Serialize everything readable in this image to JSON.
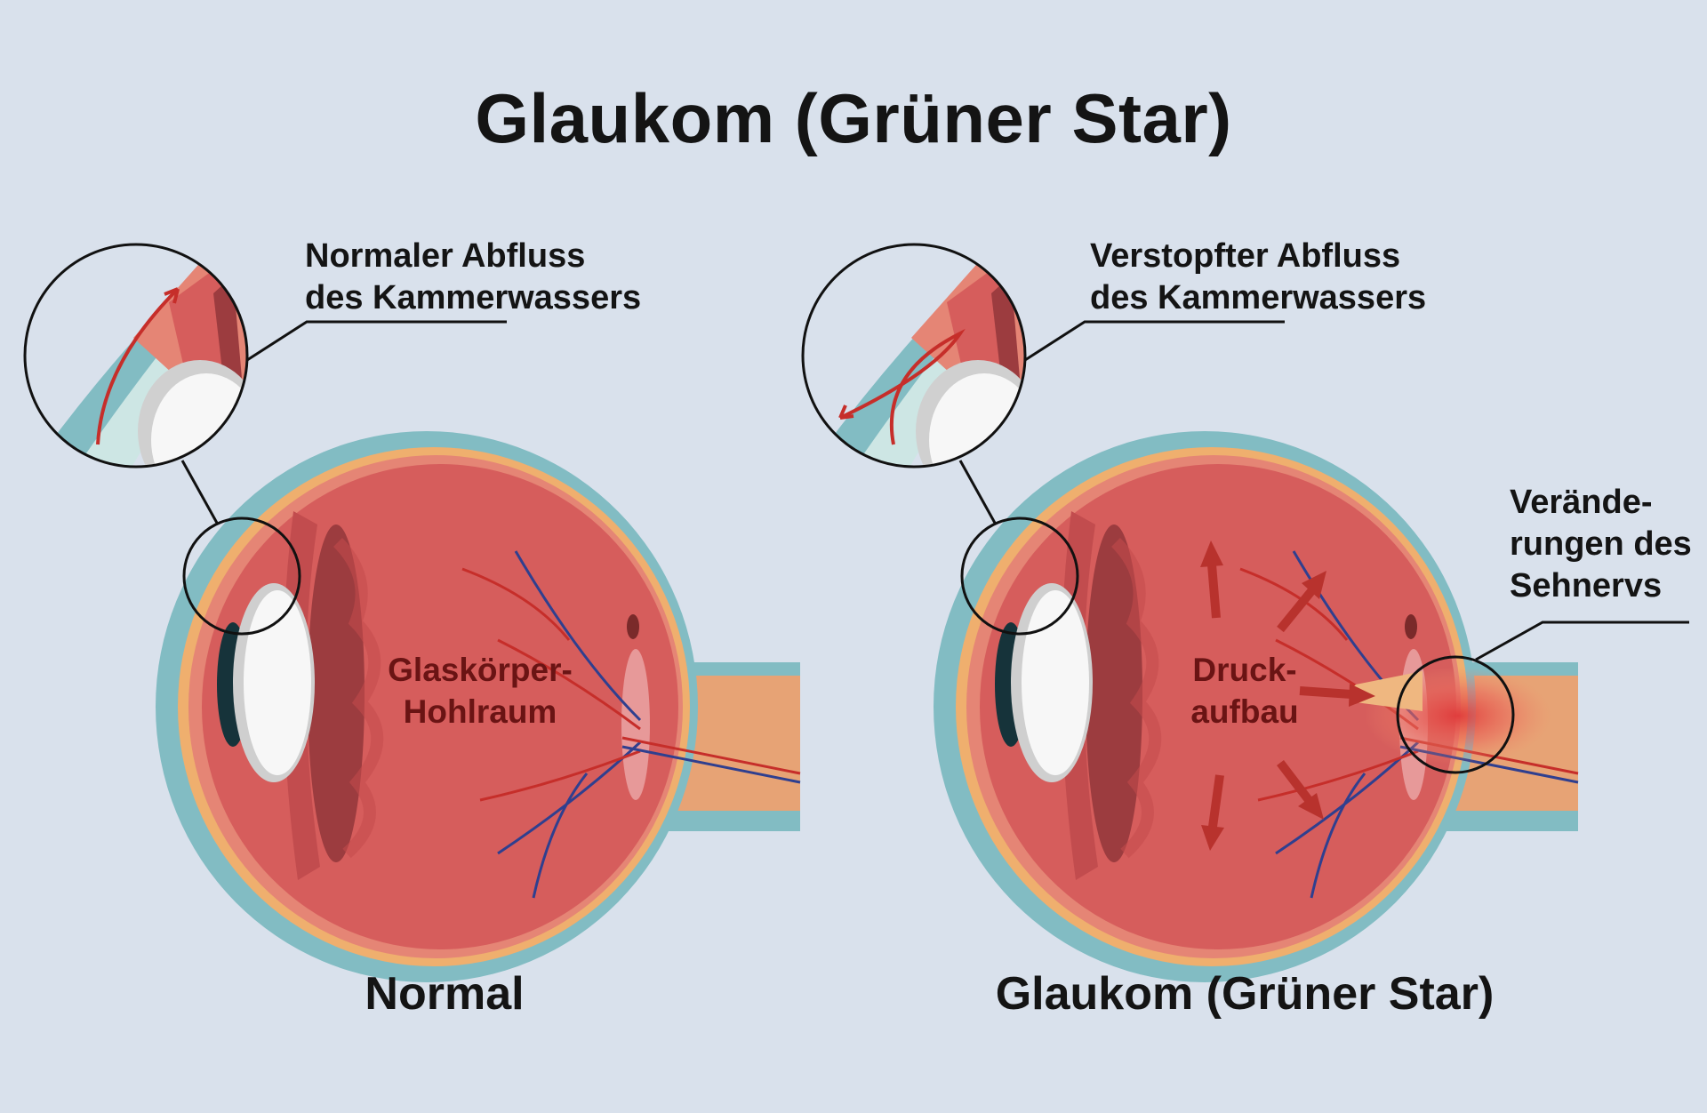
{
  "title": "Glaukom (Grüner Star)",
  "normal": {
    "callout_line1": "Normaler Abfluss",
    "callout_line2": "des Kammerwassers",
    "inner_line1": "Glaskörper-",
    "inner_line2": "Hohlraum",
    "panel_label": "Normal"
  },
  "glaucoma": {
    "callout_line1": "Verstopfter Abfluss",
    "callout_line2": "des Kammerwassers",
    "inner_line1": "Druck-",
    "inner_line2": "aufbau",
    "nerve_line1": "Verände-",
    "nerve_line2": "rungen des",
    "nerve_line3": "Sehnervs",
    "panel_label": "Glaukom (Grüner Star)"
  },
  "colors": {
    "background": "#d9e1ec",
    "sclera": "#82bcc3",
    "choroid": "#efaf6e",
    "vitreous": "#d65d5c",
    "optic_nerve": "#e7a375",
    "lens": "#f7f7f7",
    "vessel_red": "#c62e2a",
    "vessel_blue": "#2f3f8f",
    "pressure_arrow": "#b8322d"
  }
}
